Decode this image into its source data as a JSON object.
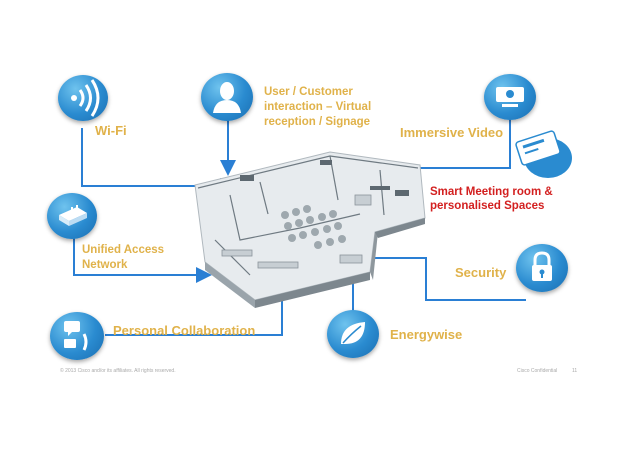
{
  "labels": {
    "wifi": "Wi-Fi",
    "user_interaction": "User / Customer interaction – Virtual reception / Signage",
    "immersive_video": "Immersive Video",
    "smart_meeting": "Smart Meeting room & personalised Spaces",
    "unified_access": "Unified Access Network",
    "security": "Security",
    "personal_collab": "Personal Collaboration",
    "energywise": "Energywise"
  },
  "footer": {
    "copyright": "© 2013 Cisco and/or its affiliates. All rights reserved.",
    "brand": "Cisco Confidential",
    "page": "11"
  },
  "colors": {
    "label_gold": "#e0b24a",
    "label_red": "#d32020",
    "connector_blue": "#2a7fd4",
    "icon_blue": "#2a8bd0"
  }
}
